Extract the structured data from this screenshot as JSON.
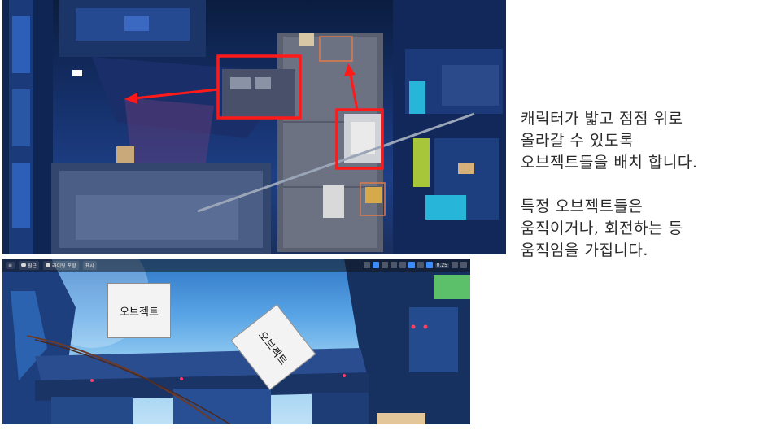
{
  "top_screenshot": {
    "highlight_color": "#ff1a1a",
    "arrow_color": "#ff1a1a"
  },
  "bottom_screenshot": {
    "toolbar": {
      "left_items": [
        "≡",
        "원근",
        "라이팅 포함",
        "표시"
      ],
      "right_label": "0.25",
      "accent_color": "#3b8cff"
    },
    "notes": [
      {
        "label": "오브젝트"
      },
      {
        "label": "오브젝트"
      }
    ]
  },
  "description": {
    "paragraph1": [
      "캐릭터가 밟고 점점 위로",
      "올라갈 수 있도록",
      "오브젝트들을 배치 합니다."
    ],
    "paragraph2": [
      "특정 오브젝트들은",
      "움직이거나, 회전하는 등",
      "움직임을 가집니다."
    ]
  }
}
